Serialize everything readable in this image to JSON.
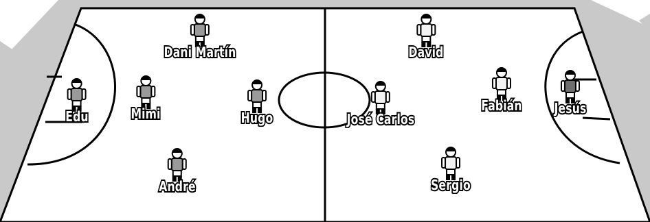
{
  "colors": {
    "background": "#ffffff",
    "outer_band": "#c9c9c9",
    "pitch": "#ffffff",
    "lines": "#000000",
    "team_gray_shirt": "#9a9a9a",
    "team_white_shirt": "#f2f2f2",
    "goalkeeper_shirt": "#6f6f6f",
    "name_fill": "#ffffff",
    "name_outline": "#000000"
  },
  "players": [
    {
      "id": "edu",
      "name": "Edu",
      "team": "gray",
      "role": "goalkeeper"
    },
    {
      "id": "mimi",
      "name": "Mimi",
      "team": "gray",
      "role": "field"
    },
    {
      "id": "dani-martin",
      "name": "Dani Martín",
      "team": "gray",
      "role": "field"
    },
    {
      "id": "hugo",
      "name": "Hugo",
      "team": "gray",
      "role": "field"
    },
    {
      "id": "andre",
      "name": "André",
      "team": "gray",
      "role": "field"
    },
    {
      "id": "david",
      "name": "David",
      "team": "white",
      "role": "field"
    },
    {
      "id": "jose-carlos",
      "name": "José Carlos",
      "team": "white",
      "role": "field"
    },
    {
      "id": "fabian",
      "name": "Fabián",
      "team": "white",
      "role": "field"
    },
    {
      "id": "sergio",
      "name": "Sergio",
      "team": "white",
      "role": "field"
    },
    {
      "id": "jesus",
      "name": "Jesús",
      "team": "white",
      "role": "goalkeeper"
    }
  ]
}
